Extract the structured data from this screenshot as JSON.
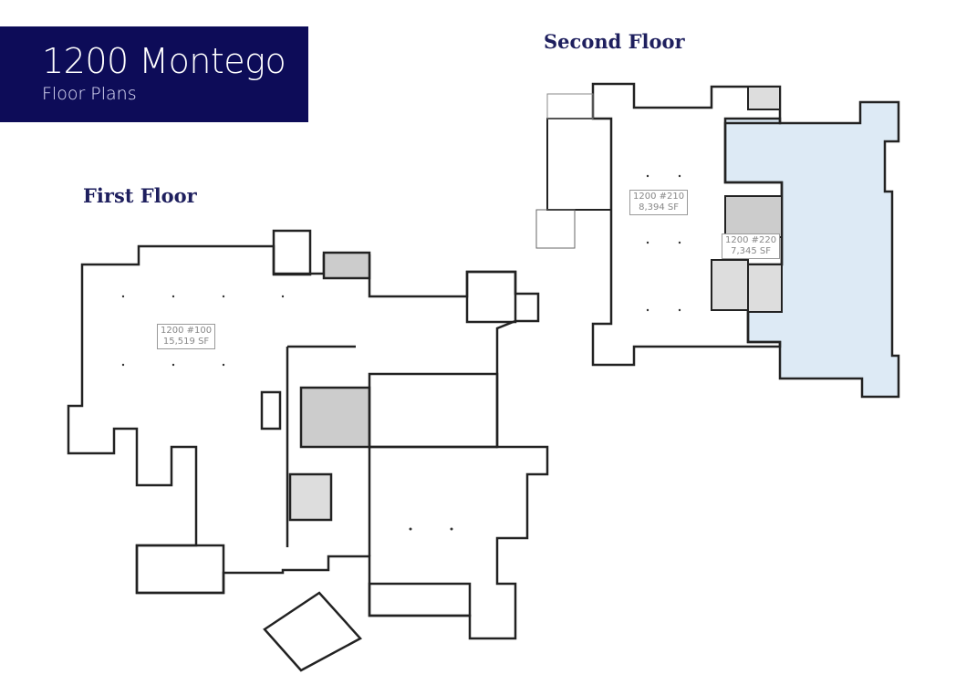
{
  "header": {
    "title": "1200 Montego",
    "subtitle": "Floor Plans",
    "background_color": "#0d0c58"
  },
  "first_floor": {
    "title": "First Floor",
    "suites": [
      {
        "suite": "1200 #100",
        "area": "15,519 SF"
      }
    ]
  },
  "second_floor": {
    "title": "Second Floor",
    "suites": [
      {
        "suite": "1200 #210",
        "area": "8,394 SF"
      },
      {
        "suite": "1200 #220",
        "area": "7,345 SF",
        "highlight_color": "#ddeaf5"
      }
    ]
  }
}
